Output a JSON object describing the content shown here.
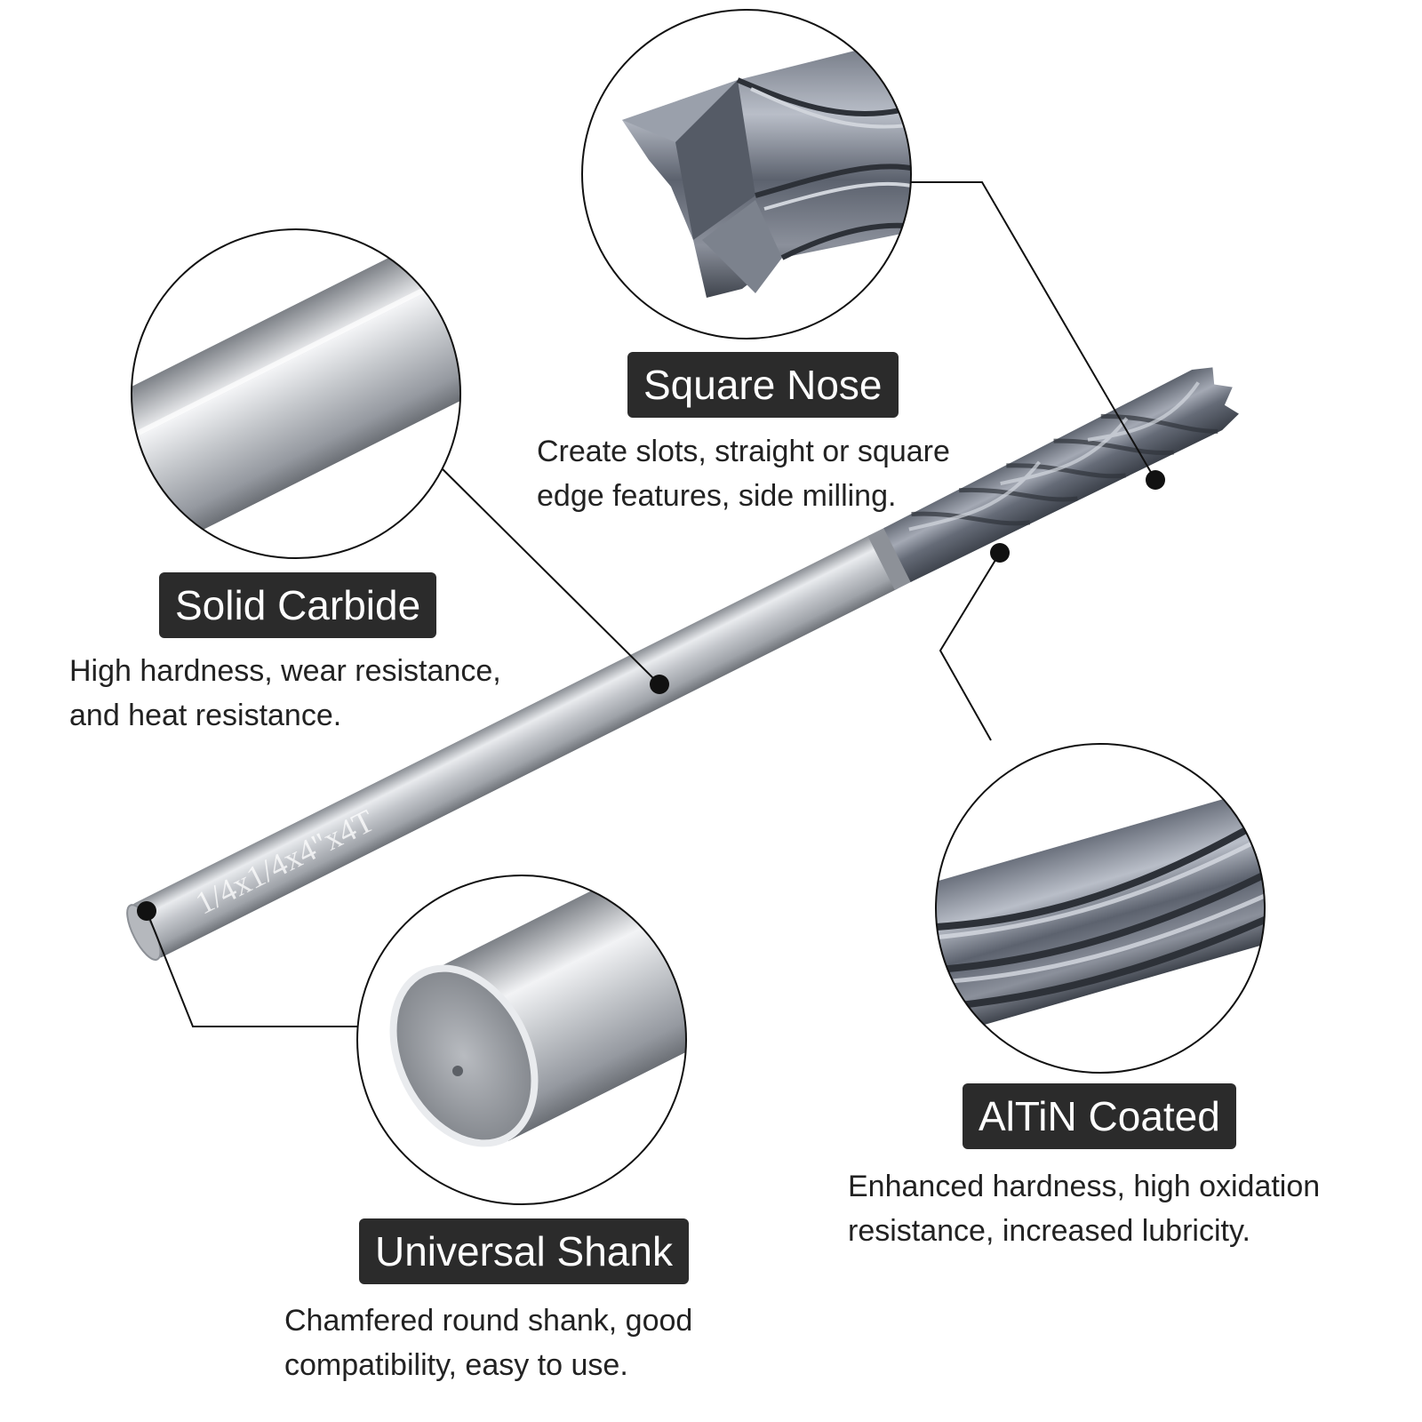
{
  "engraving": "1/4x1/4x4\"x4T",
  "features": {
    "square_nose": {
      "title": "Square Nose",
      "description_line1": "Create slots, straight or square",
      "description_line2": "edge features, side milling."
    },
    "solid_carbide": {
      "title": "Solid Carbide",
      "description_line1": "High hardness, wear resistance,",
      "description_line2": "and heat resistance."
    },
    "altin_coated": {
      "title": "AlTiN Coated",
      "description_line1": "Enhanced hardness, high oxidation",
      "description_line2": "resistance, increased lubricity."
    },
    "universal_shank": {
      "title": "Universal Shank",
      "description_line1": "Chamfered round shank, good",
      "description_line2": "compatibility, easy to use."
    }
  },
  "colors": {
    "badge_background": "#2b2b2b",
    "badge_text": "#ffffff",
    "body_text": "#222222",
    "steel_light": "#e4e6e9",
    "steel_mid": "#a9adb3",
    "coating_dark": "#4a4f5a"
  }
}
